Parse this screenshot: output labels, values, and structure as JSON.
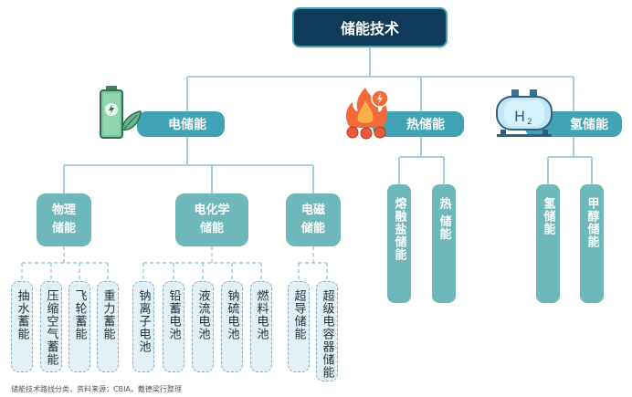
{
  "root": "储能技术",
  "categories": [
    {
      "label": "电储能",
      "icon": "battery-leaf-icon",
      "subs": [
        {
          "label": "物理\n储能",
          "leaves": [
            "抽水蓄能",
            "压缩空气蓄能",
            "飞轮蓄能",
            "重力蓄能"
          ]
        },
        {
          "label": "电化学\n储能",
          "leaves": [
            "钠离子电池",
            "铅蓄电池",
            "液流电池",
            "钠硫电池",
            "燃料电池"
          ]
        },
        {
          "label": "电磁\n储能",
          "leaves": [
            "超导储能",
            "超级电容器储能"
          ]
        }
      ]
    },
    {
      "label": "热储能",
      "icon": "fire-icon",
      "leaves": [
        "熔融盐储能",
        "热 储能"
      ]
    },
    {
      "label": "氢储能",
      "icon": "hydrogen-tank-icon",
      "leaves": [
        "氢储能",
        "甲醇储能"
      ]
    }
  ],
  "footnote": "储能技术路线分类，资料来源：CBIA，戴德梁行整理",
  "colors": {
    "root_bg": "#0f3a5a",
    "category_bg": "#3fa2b5",
    "sub_bg": "#6fb8b9",
    "leaf_bg": "#e3f0f6",
    "line": "#7fb1c8"
  }
}
